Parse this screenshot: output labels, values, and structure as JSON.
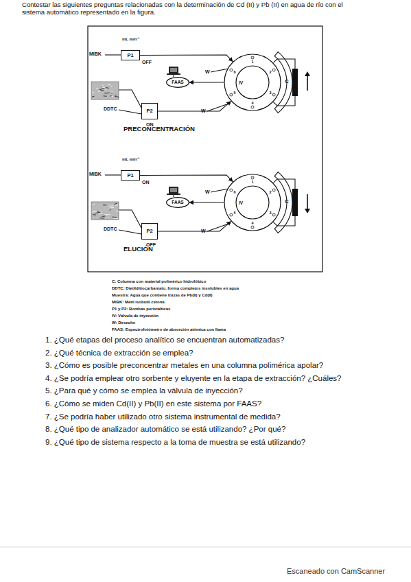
{
  "diagram": {
    "title": "Contestar las siguientes preguntas relacionadas con la determinación de Cd (II) y Pb (II) en agua de río con el sistema automático representado en la figura.",
    "nodes": [
      {
        "text": [
          "P1"
        ]
      },
      {
        "text": [
          "FAAS"
        ]
      },
      {
        "text": [
          "IV"
        ]
      },
      {
        "text": [
          "P2"
        ]
      },
      {
        "text": [
          "C"
        ]
      },
      {
        "text": [
          "P1"
        ]
      },
      {
        "text": [
          "FAAS"
        ]
      },
      {
        "text": [
          "IV"
        ]
      },
      {
        "text": [
          "P2"
        ]
      },
      {
        "text": [
          "C"
        ]
      }
    ],
    "edges": [
      {
        "from": 0,
        "to": 2,
        "arrow": "to"
      },
      {
        "from": 3,
        "to": 2,
        "arrow": "to"
      },
      {
        "from": 2,
        "to": 1,
        "arrow": "to"
      },
      {
        "from": 2,
        "to": 4,
        "arrow": "none"
      },
      {
        "from": 2,
        "to": 4,
        "arrow": "none"
      },
      {
        "from": 5,
        "to": 7,
        "arrow": "to"
      },
      {
        "from": 8,
        "to": 7,
        "arrow": "to"
      },
      {
        "from": 7,
        "to": 6,
        "arrow": "to"
      },
      {
        "from": 7,
        "to": 9,
        "arrow": "none"
      },
      {
        "from": 7,
        "to": 9,
        "arrow": "none"
      }
    ],
    "labels": [
      "mL min⁻¹",
      "MIBK",
      "OFF",
      "W",
      "DDTC",
      "ON",
      "W",
      "1",
      "2",
      "3",
      "4",
      "5",
      "6",
      "PRECONCENTRACIÓN",
      "mL min⁻¹",
      "MIBK",
      "ON",
      "W",
      "DDTC",
      "OFF",
      "W",
      "1",
      "2",
      "3",
      "4",
      "5",
      "6",
      "ELUCIÓN",
      "C: Columna con material polimérico hidrofóbico",
      "DDTC: Dietilditiocarbamato, forma complejos insolubles en agua",
      "Muestra: Agua que contiene trazas de Pb(II) y Cd(II)",
      "MIBK: Metil isobutil cetona",
      "P1 y P2: Bombas peristálticas",
      "IV: Válvula de inyección",
      "W: Desecho",
      "FAAS: Espectrofotómetro de absorción atómica con llama",
      "1. ¿Qué etapas del proceso analítico se encuentran automatizadas?",
      "2. ¿Qué técnica de extracción se emplea?",
      "3. ¿Cómo es posible preconcentrar metales en una columna polimérica apolar?",
      "4. ¿Se podría emplear otro sorbente y eluyente en la etapa de extracción? ¿Cuáles?",
      "5. ¿Para qué y cómo se emplea la válvula de inyección?",
      "6. ¿Cómo se miden Cd(II) y Pb(II) en este sistema por FAAS?",
      "7. ¿Se podría haber utilizado otro sistema instrumental de medida?",
      "8. ¿Qué tipo de analizador automático se está utilizando? ¿Por qué?",
      "9. ¿Qué tipo de sistema respecto a la toma de muestra se está utilizando?",
      "Escaneado con CamScanner"
    ]
  }
}
